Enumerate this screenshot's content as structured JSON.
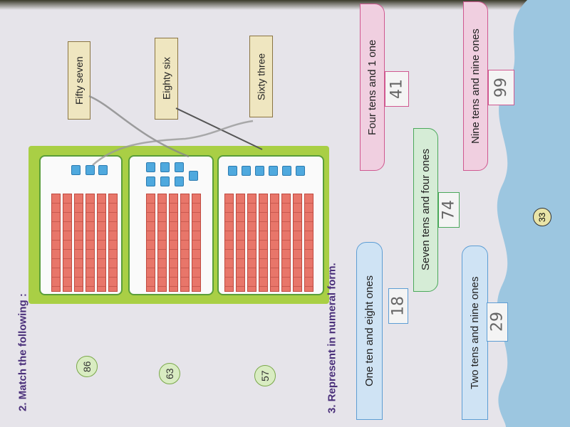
{
  "match": {
    "heading": "2. Match the following :",
    "numbers": [
      "86",
      "63",
      "57"
    ],
    "words": [
      "Fifty seven",
      "Eighty six",
      "Sixty three"
    ]
  },
  "represent": {
    "heading": "3. Represent in numeral form.",
    "items": [
      {
        "text": "One ten and eight ones",
        "answer": "18"
      },
      {
        "text": "Two tens and nine ones",
        "answer": "29"
      },
      {
        "text": "Seven tens and four ones",
        "answer": "74"
      },
      {
        "text": "Four tens and 1 one",
        "answer": "41"
      },
      {
        "text": "Nine tens and nine ones",
        "answer": "99"
      }
    ]
  },
  "page_number": "33",
  "colors": {
    "panel": "#a9cf45",
    "rod": "#e8766a",
    "cube": "#4fa9de",
    "heading": "#4a2f7a"
  }
}
